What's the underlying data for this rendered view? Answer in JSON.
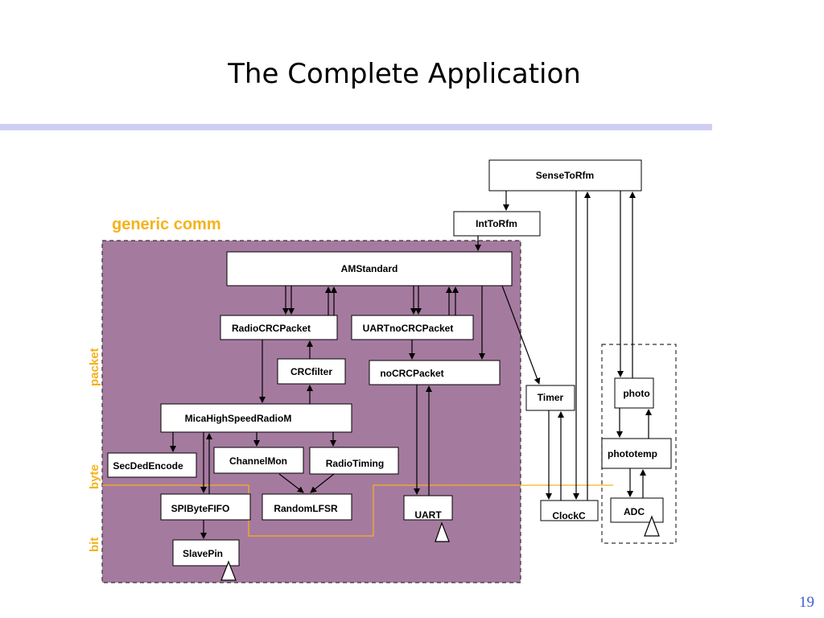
{
  "slide": {
    "title": "The Complete Application",
    "number": "19",
    "colors": {
      "rule": "#cfcff5",
      "region": "#a57a9f",
      "accent": "#f5b21b",
      "number": "#3b5ed6"
    }
  },
  "diagram": {
    "region_label": "generic comm",
    "layers": [
      "packet",
      "byte",
      "bit"
    ],
    "nodes": {
      "sense": "SenseToRfm",
      "inttorfm": "IntToRfm",
      "amstandard": "AMStandard",
      "radiocrc": "RadioCRCPacket",
      "uartnocrc": "UARTnoCRCPacket",
      "crcfilter": "CRCfilter",
      "nocrc": "noCRCPacket",
      "timer": "Timer",
      "photo": "photo",
      "micahigh": "MicaHighSpeedRadioM",
      "phototemp": "phototemp",
      "secded": "SecDedEncode",
      "channelmon": "ChannelMon",
      "radiotiming": "RadioTiming",
      "spibyte": "SPIByteFIFO",
      "randomlfsr": "RandomLFSR",
      "uart": "UART",
      "clockc": "ClockC",
      "adc": "ADC",
      "slavepin": "SlavePin"
    }
  }
}
